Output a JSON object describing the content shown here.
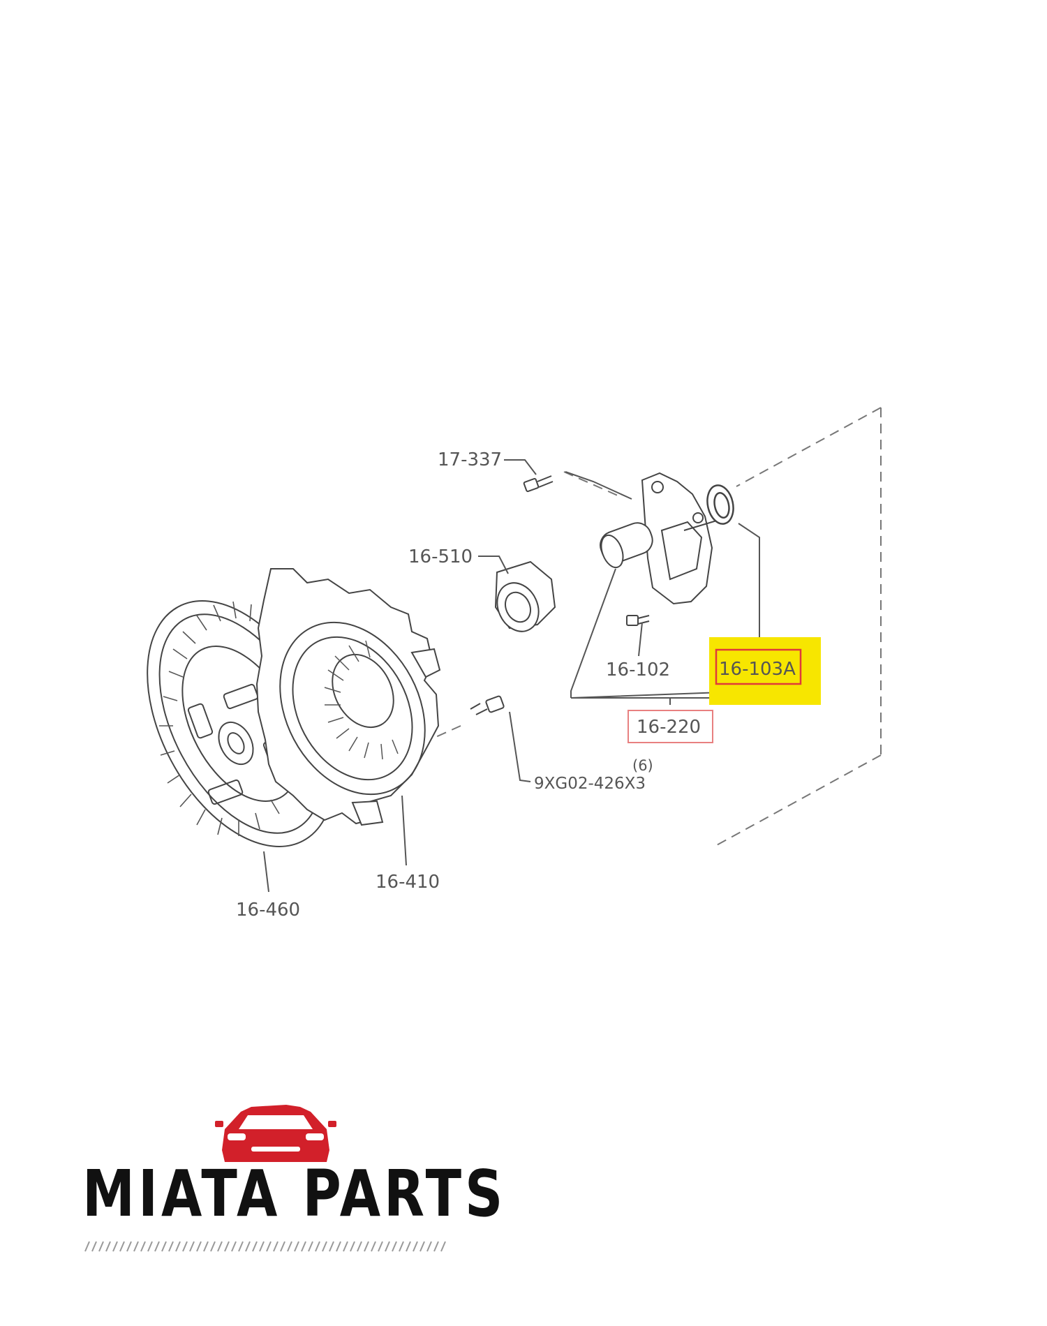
{
  "parts": {
    "p17_337": "17-337",
    "p16_510": "16-510",
    "p16_102": "16-102",
    "p16_103A": "16-103A",
    "p16_220": "16-220",
    "p9xg02": "9XG02-426X3",
    "qty": "(6)",
    "p16_410": "16-410",
    "p16_460": "16-460"
  },
  "highlight": {
    "part": "16-103A",
    "color": "#f7e600",
    "box_color": "#e03a3a"
  },
  "callout": {
    "part": "16-220",
    "box_color": "#e88080"
  },
  "brand": {
    "name": "MIATA PARTS",
    "logo_color": "#d2202a",
    "text_color": "#111111"
  }
}
